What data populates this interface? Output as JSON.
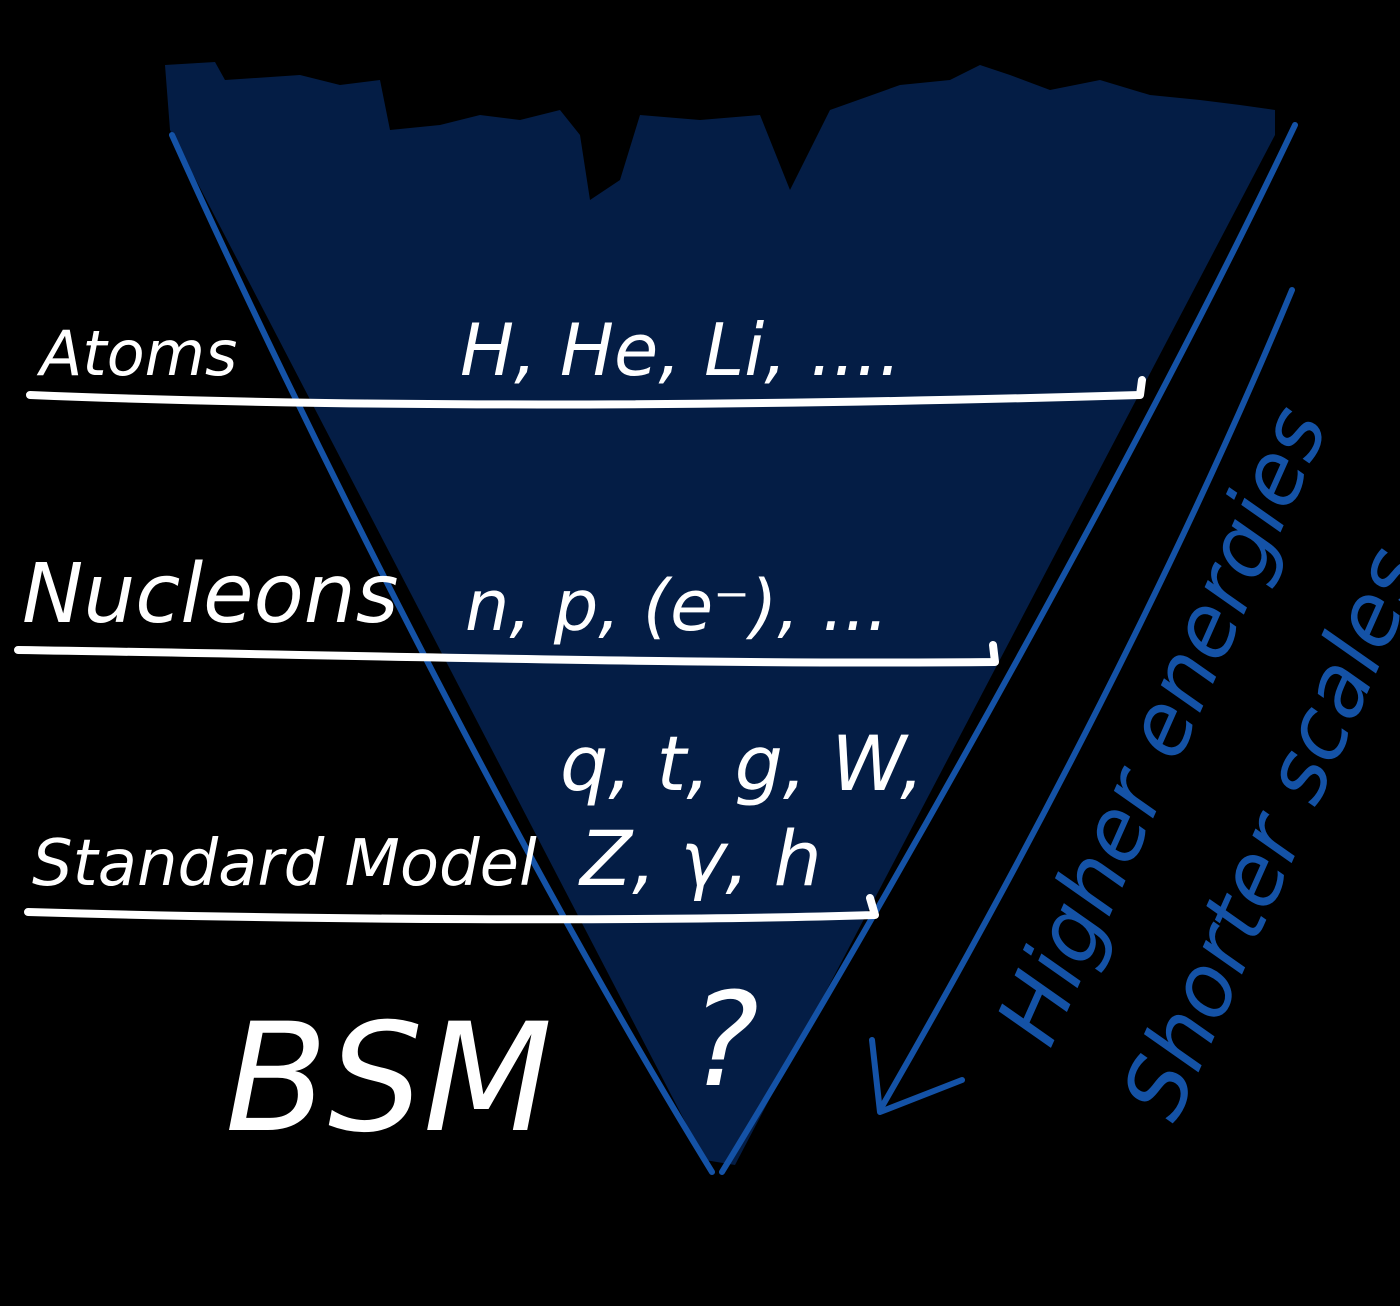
{
  "colors": {
    "background": "#000000",
    "funnel_fill": "#041d45",
    "funnel_edge": "#1452a6",
    "ink_white": "#ffffff",
    "ink_blue": "#1452a6"
  },
  "levels": [
    {
      "label": "Atoms",
      "contents": "H, He, Li, ...."
    },
    {
      "label": "Nucleons",
      "contents": "n, p, (e⁻), ..."
    },
    {
      "label": "Standard Model",
      "contents_line1": "q, t, g, W,",
      "contents_line2": "Z, γ, h"
    },
    {
      "label": "BSM",
      "contents": "?"
    }
  ],
  "arrow_annotation": {
    "line1": "Higher energies",
    "line2": "Shorter scales"
  }
}
